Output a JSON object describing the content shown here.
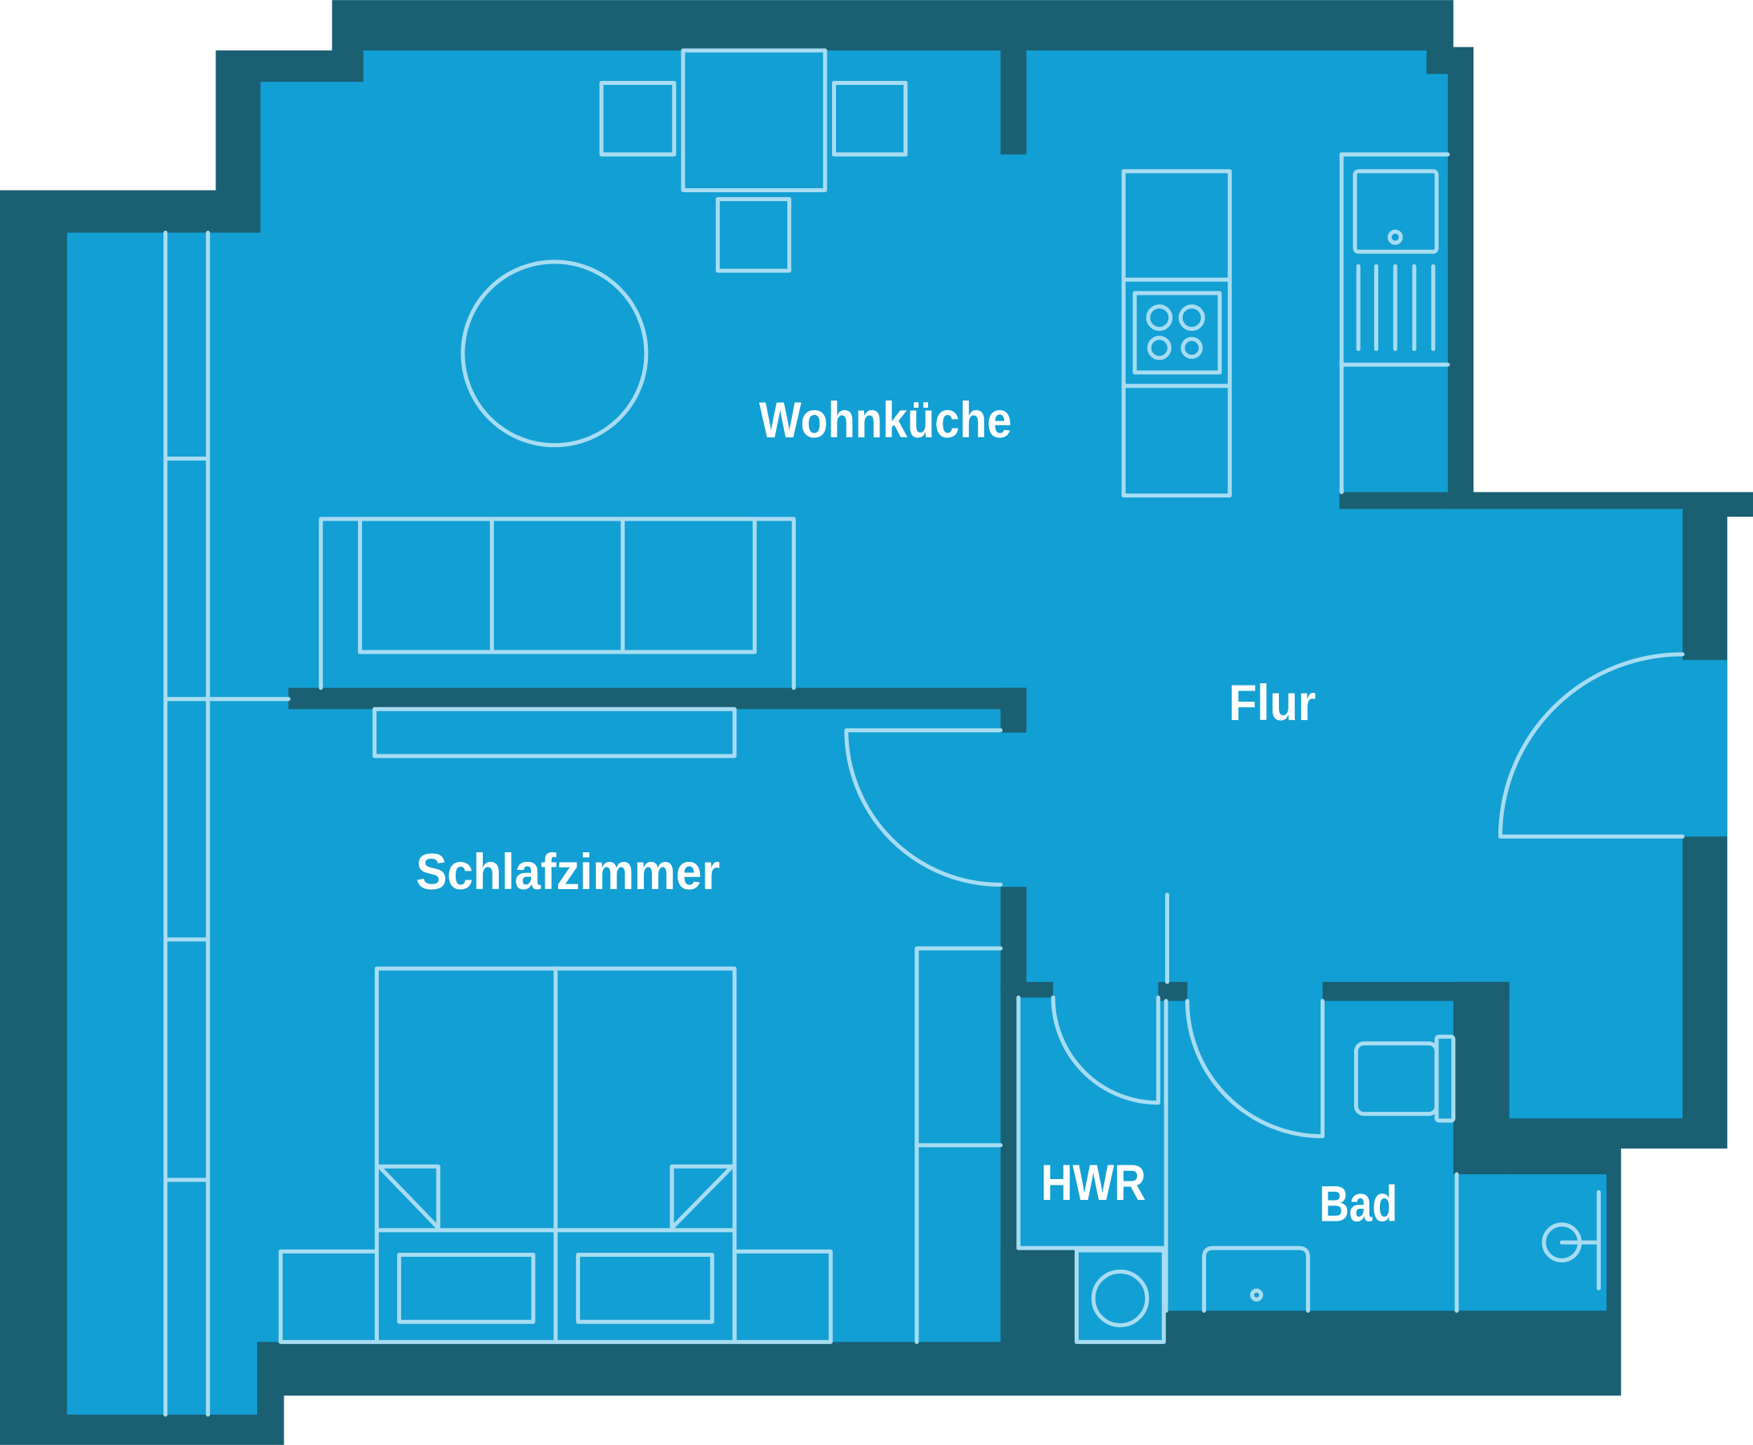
{
  "rooms": {
    "wohnkueche": "Wohnküche",
    "flur": "Flur",
    "schlafzimmer": "Schlafzimmer",
    "hwr": "HWR",
    "bad": "Bad"
  },
  "colors": {
    "wall": "#1b5f73",
    "floor": "#129fd3",
    "line": "#a7dcf2",
    "label": "#ffffff"
  }
}
